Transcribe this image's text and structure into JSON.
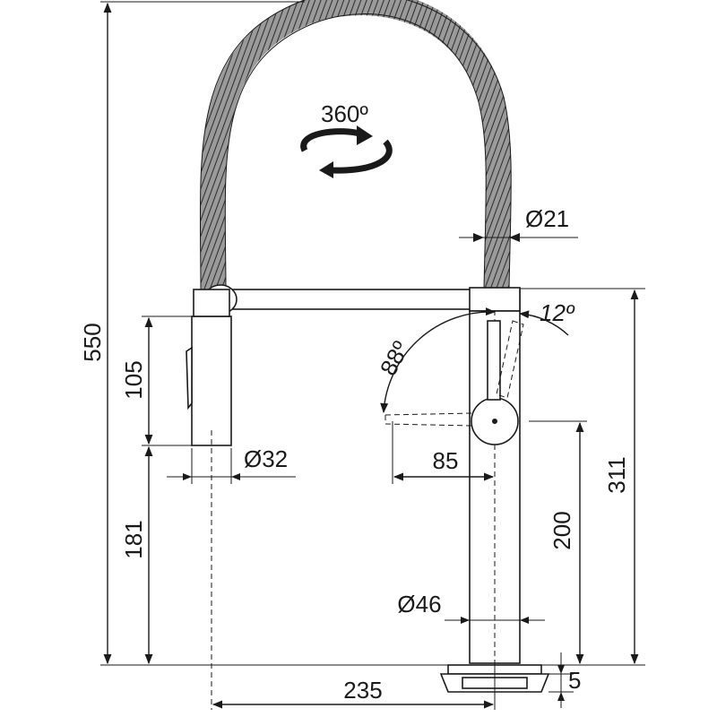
{
  "dimensions": {
    "total_height": "550",
    "handshower_length": "105",
    "handshower_diameter": "Ø32",
    "hose_diameter": "Ø21",
    "spout_height": "311",
    "lever_height": "200",
    "base_height": "181",
    "body_diameter": "Ø46",
    "reach": "235",
    "base_thickness": "5",
    "lever_offset": "85",
    "lever_angle": "88º",
    "lever_tilt": "12º",
    "rotation": "360º"
  },
  "colors": {
    "ink": "#1a1a1a",
    "hose": "#8a8a8a"
  }
}
